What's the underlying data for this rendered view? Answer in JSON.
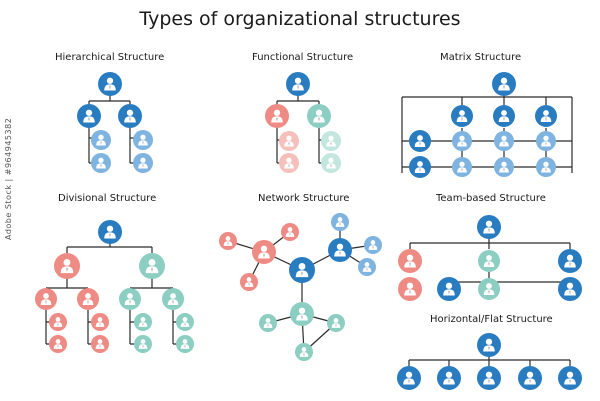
{
  "title": "Types of organizational structures",
  "sections": {
    "hierarchical": "Hierarchical Structure",
    "functional": "Functional Structure",
    "matrix": "Matrix Structure",
    "divisional": "Divisional Structure",
    "network": "Network Structure",
    "team": "Team-based Structure",
    "flat": "Horizontal/Flat Structure"
  },
  "side_id": "Adobe Stock | #964945382",
  "colors": {
    "blue": "#2a7cc1",
    "light_blue": "#7fb4e0",
    "salmon": "#ee8b84",
    "light_salmon": "#f5c0bb",
    "teal": "#8ccfc2",
    "light_teal": "#c3e6df"
  }
}
